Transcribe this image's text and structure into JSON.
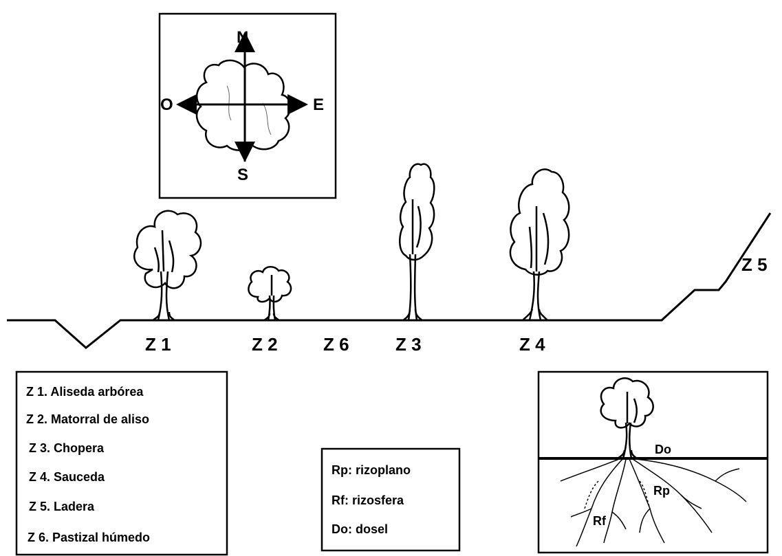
{
  "compass": {
    "n": "N",
    "s": "S",
    "e": "E",
    "w": "O"
  },
  "zones": {
    "z1": "Z 1",
    "z2": "Z 2",
    "z3": "Z 3",
    "z4": "Z 4",
    "z5": "Z 5",
    "z6": "Z 6"
  },
  "legend": {
    "items": [
      "Z 1. Aliseda arbórea",
      "Z 2. Matorral de aliso",
      "Z 3. Chopera",
      "Z 4. Sauceda",
      "Z 5. Ladera",
      "Z 6. Pastizal húmedo"
    ]
  },
  "soil_legend": {
    "items": [
      "Rp: rizoplano",
      "Rf: rizosfera",
      "Do: dosel"
    ]
  },
  "inset_labels": {
    "do": "Do",
    "rp": "Rp",
    "rf": "Rf"
  }
}
